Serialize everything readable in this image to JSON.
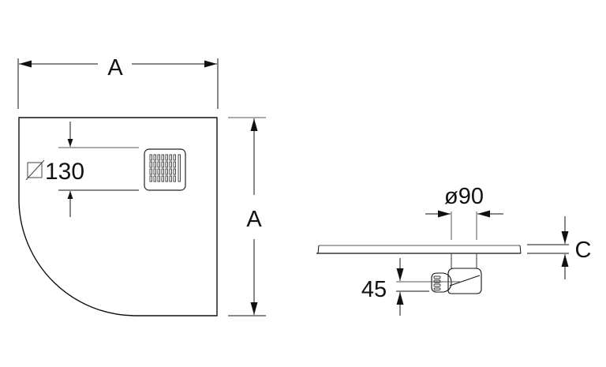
{
  "diagram": {
    "type": "technical-drawing",
    "subject": "quadrant shower tray with drain",
    "colors": {
      "line": "#111111",
      "secondary_line": "#555555",
      "background": "#ffffff"
    },
    "top_view": {
      "width_label": "A",
      "height_label": "A",
      "drain_label": "130",
      "drain_symbol": "square-size-symbol",
      "drain_grate": "grate-icon"
    },
    "side_view": {
      "outlet_diameter_label": "ø90",
      "thickness_label": "C",
      "outlet_height_label": "45"
    }
  }
}
